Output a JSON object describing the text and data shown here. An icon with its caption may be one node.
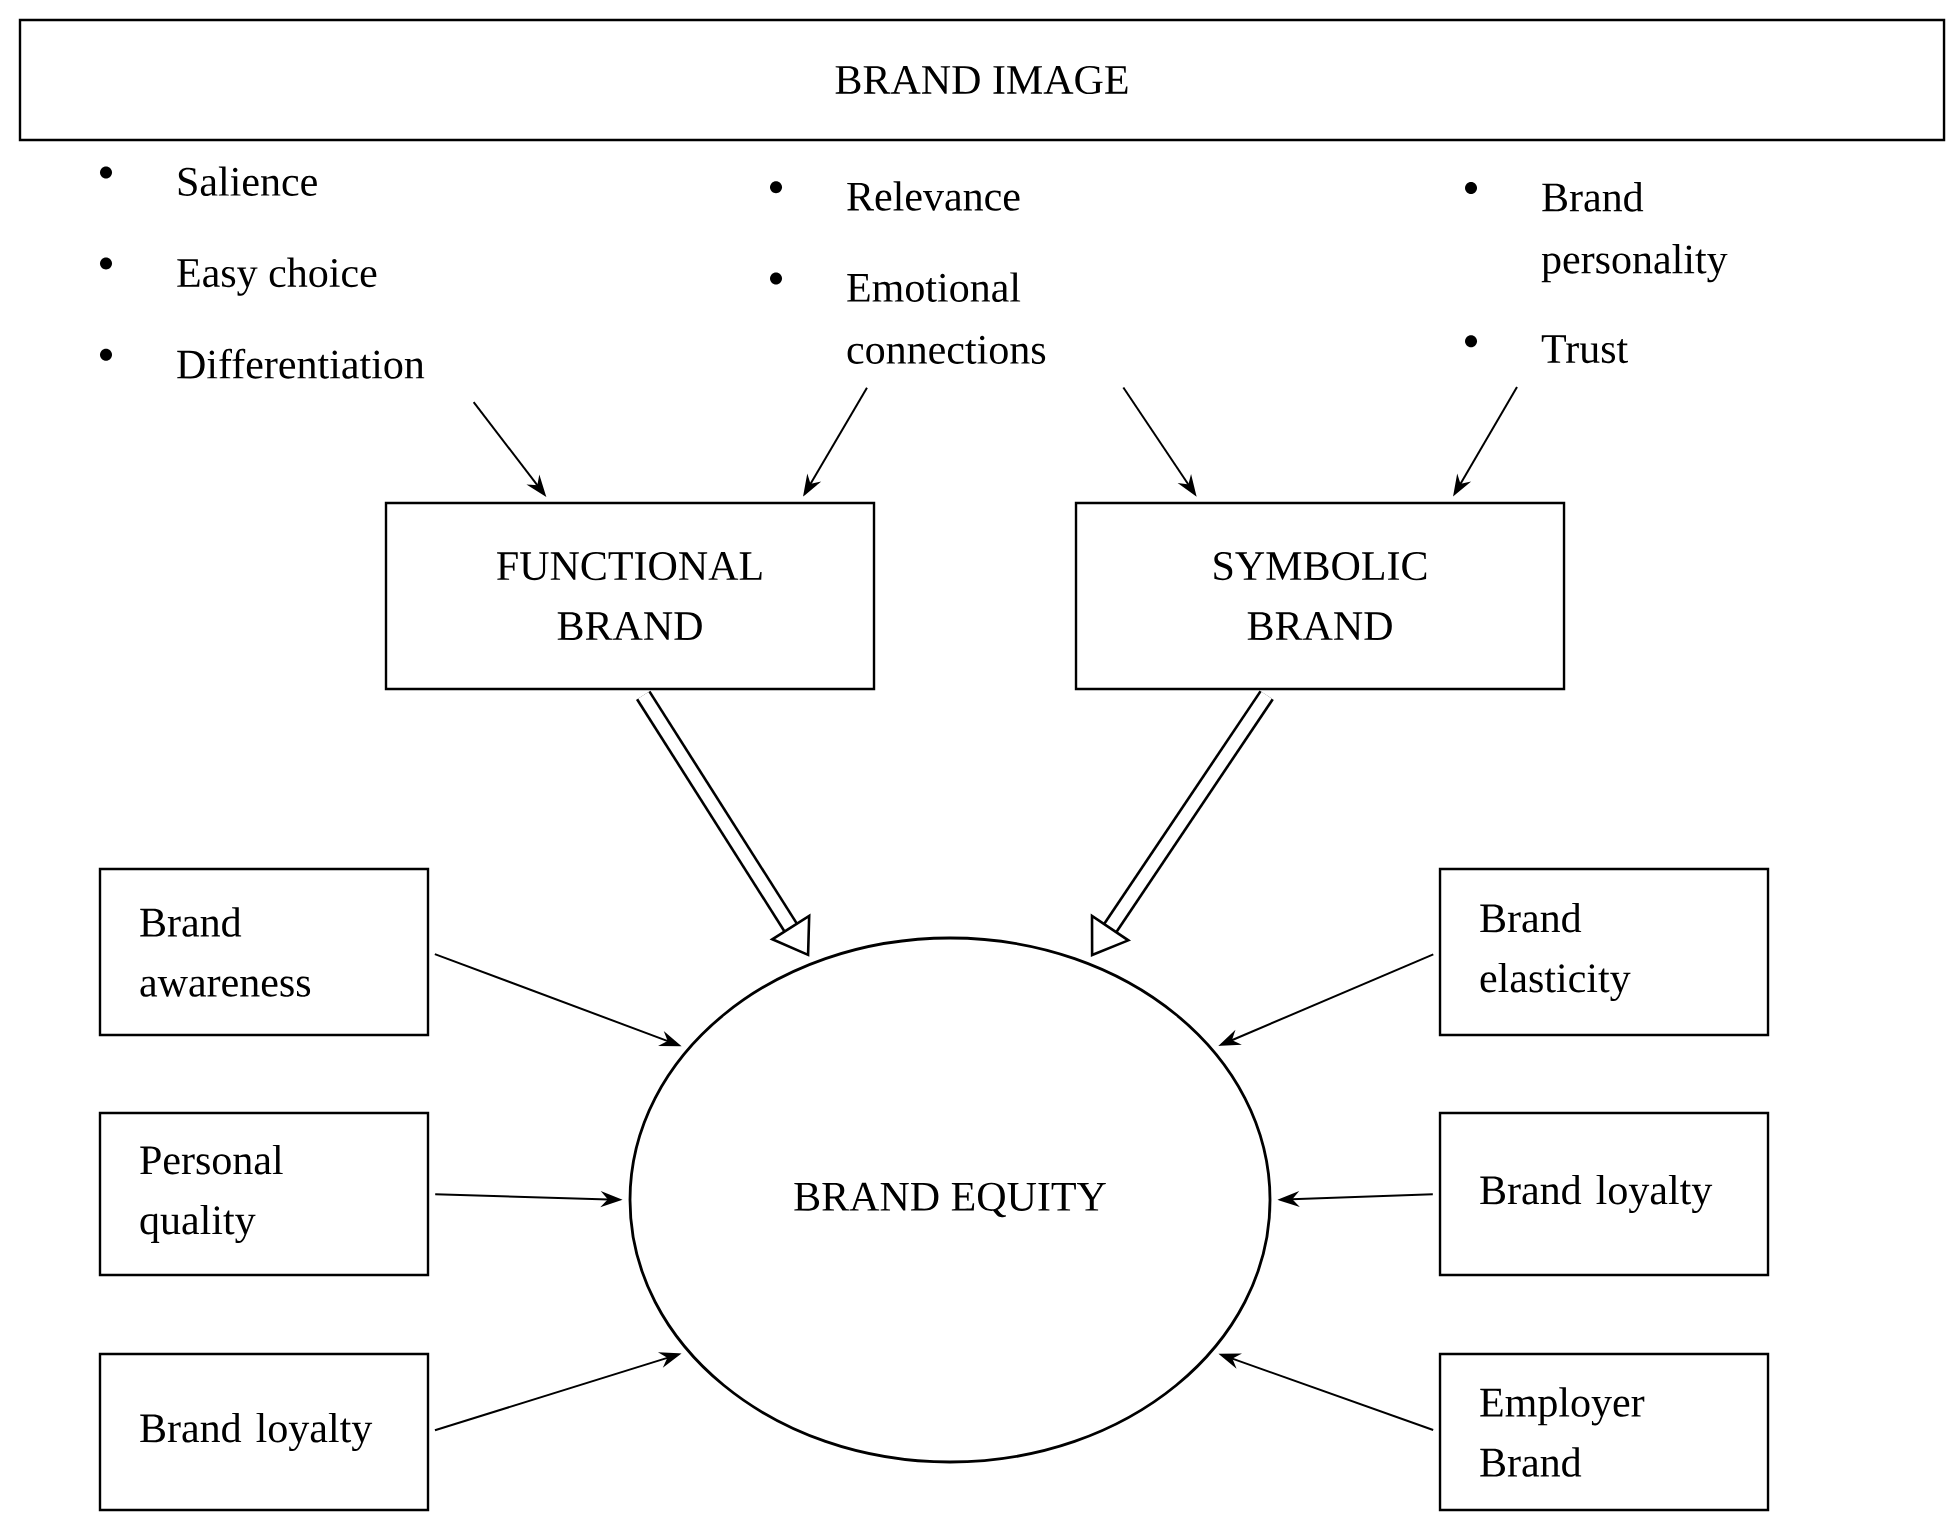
{
  "diagram": {
    "nodes": [
      {
        "text": [
          "BRAND IMAGE"
        ]
      },
      {
        "text": [
          "Salience",
          "Easy choice",
          "Differentiation"
        ]
      },
      {
        "text": [
          "Relevance",
          "Emotional connections"
        ]
      },
      {
        "text": [
          "Brand personality",
          "Trust"
        ]
      },
      {
        "text": [
          "FUNCTIONAL BRAND"
        ]
      },
      {
        "text": [
          "SYMBOLIC BRAND"
        ]
      },
      {
        "text": [
          "Brand awareness"
        ]
      },
      {
        "text": [
          "Personal quality"
        ]
      },
      {
        "text": [
          "Brand loyalty"
        ]
      },
      {
        "text": [
          "BRAND EQUITY"
        ]
      },
      {
        "text": [
          "Brand elasticity"
        ]
      },
      {
        "text": [
          "Brand loyalty"
        ]
      },
      {
        "text": [
          "Employer Brand"
        ]
      }
    ],
    "edges": [
      {
        "from": 1,
        "to": 4,
        "arrow": "to"
      },
      {
        "from": 2,
        "to": 4,
        "arrow": "to"
      },
      {
        "from": 2,
        "to": 5,
        "arrow": "to"
      },
      {
        "from": 3,
        "to": 5,
        "arrow": "to"
      },
      {
        "from": 4,
        "to": 9,
        "arrow": "to",
        "style": "thick"
      },
      {
        "from": 5,
        "to": 9,
        "arrow": "to",
        "style": "thick"
      },
      {
        "from": 6,
        "to": 9,
        "arrow": "to"
      },
      {
        "from": 7,
        "to": 9,
        "arrow": "to"
      },
      {
        "from": 8,
        "to": 9,
        "arrow": "to"
      },
      {
        "from": 10,
        "to": 9,
        "arrow": "to"
      },
      {
        "from": 11,
        "to": 9,
        "arrow": "to"
      },
      {
        "from": 12,
        "to": 9,
        "arrow": "to"
      }
    ]
  }
}
